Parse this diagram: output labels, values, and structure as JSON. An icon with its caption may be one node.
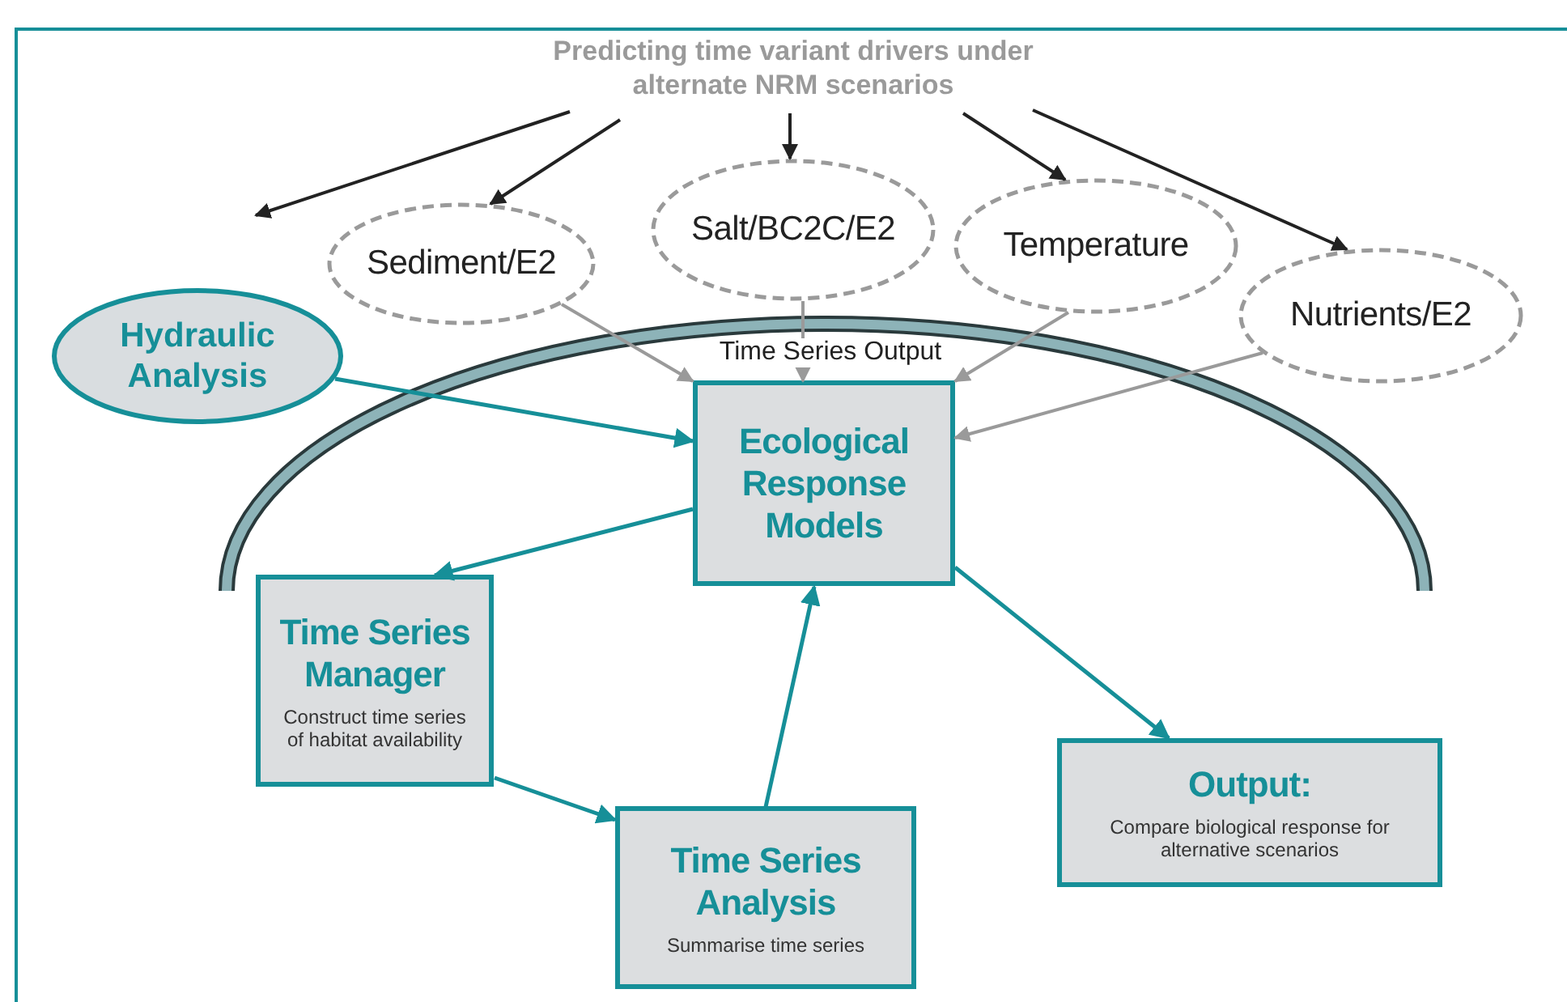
{
  "diagram": {
    "nodes": [
      {
        "text": [
          "Predicting time variant drivers under alternate NRM scenarios"
        ]
      },
      {
        "text": [
          "Sediment/E2"
        ]
      },
      {
        "text": [
          "Salt/BC2C/E2"
        ]
      },
      {
        "text": [
          "Temperature"
        ]
      },
      {
        "text": [
          "Nutrients/E2"
        ]
      },
      {
        "text": [
          "Hydraulic Analysis"
        ]
      },
      {
        "text": [
          "Ecological Response Models"
        ]
      },
      {
        "text": [
          "Time Series Manager",
          "Construct time series of habitat availability"
        ]
      },
      {
        "text": [
          "Time Series Analysis",
          "Summarise time series"
        ]
      },
      {
        "text": [
          "Output:",
          "Compare biological response for alternative scenarios"
        ]
      }
    ],
    "edges": [
      {
        "from": 0,
        "to": null,
        "arrow": "to",
        "color": "#222222"
      },
      {
        "from": 0,
        "to": 1,
        "arrow": "to",
        "color": "#222222"
      },
      {
        "from": 0,
        "to": 2,
        "arrow": "to",
        "color": "#222222"
      },
      {
        "from": 0,
        "to": 3,
        "arrow": "to",
        "color": "#222222"
      },
      {
        "from": 0,
        "to": 4,
        "arrow": "to",
        "color": "#222222"
      },
      {
        "from": 1,
        "to": 6,
        "arrow": "to",
        "color": "#9a9a9a"
      },
      {
        "from": 2,
        "to": 6,
        "arrow": "to",
        "color": "#9a9a9a"
      },
      {
        "from": 3,
        "to": 6,
        "arrow": "to",
        "color": "#9a9a9a"
      },
      {
        "from": 4,
        "to": 6,
        "arrow": "to",
        "color": "#9a9a9a"
      },
      {
        "from": 5,
        "to": 6,
        "arrow": "to",
        "color": "#168f98"
      },
      {
        "from": 6,
        "to": 7,
        "arrow": "to",
        "color": "#168f98"
      },
      {
        "from": 7,
        "to": 8,
        "arrow": "to",
        "color": "#168f98"
      },
      {
        "from": 8,
        "to": 6,
        "arrow": "to",
        "color": "#168f98"
      },
      {
        "from": 6,
        "to": 9,
        "arrow": "to",
        "color": "#168f98"
      }
    ],
    "labels": [
      "Time Series Output"
    ]
  }
}
